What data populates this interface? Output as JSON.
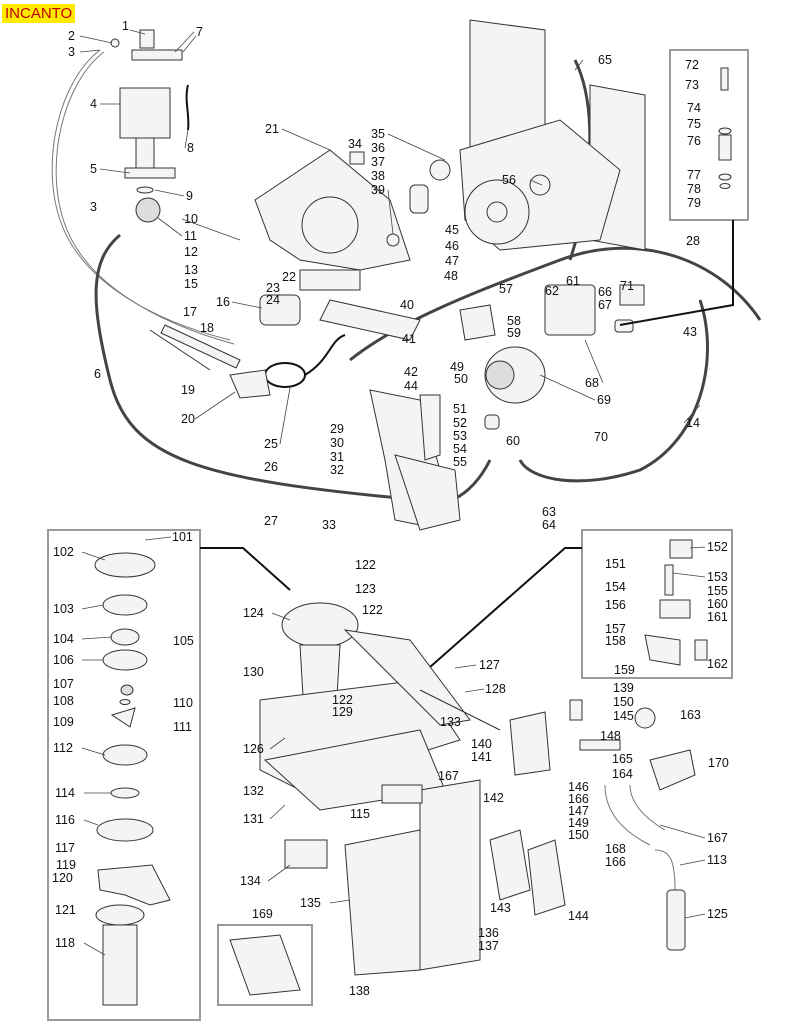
{
  "title": "INCANTO",
  "colors": {
    "title_bg": "#ffeb00",
    "title_text": "#c00000"
  },
  "labels": {
    "l1": "1",
    "l2": "2",
    "l3a": "3",
    "l3b": "3",
    "l4": "4",
    "l5": "5",
    "l6": "6",
    "l7": "7",
    "l8": "8",
    "l9": "9",
    "l10": "10",
    "l11": "11",
    "l12": "12",
    "l13": "13",
    "l14": "14",
    "l15": "15",
    "l16": "16",
    "l17": "17",
    "l18": "18",
    "l19": "19",
    "l20": "20",
    "l21": "21",
    "l22": "22",
    "l23": "23",
    "l24": "24",
    "l25": "25",
    "l26": "26",
    "l27": "27",
    "l28": "28",
    "l29": "29",
    "l30": "30",
    "l31": "31",
    "l32": "32",
    "l33": "33",
    "l34": "34",
    "l35": "35",
    "l36": "36",
    "l37": "37",
    "l38": "38",
    "l39": "39",
    "l40": "40",
    "l41": "41",
    "l42": "42",
    "l43": "43",
    "l44": "44",
    "l45": "45",
    "l46": "46",
    "l47": "47",
    "l48": "48",
    "l49": "49",
    "l50": "50",
    "l51": "51",
    "l52": "52",
    "l53": "53",
    "l54": "54",
    "l55": "55",
    "l56": "56",
    "l57": "57",
    "l58": "58",
    "l59": "59",
    "l60": "60",
    "l61": "61",
    "l62": "62",
    "l63": "63",
    "l64": "64",
    "l65": "65",
    "l66": "66",
    "l67": "67",
    "l68": "68",
    "l69": "69",
    "l70": "70",
    "l71": "71",
    "l72": "72",
    "l73": "73",
    "l74": "74",
    "l75": "75",
    "l76": "76",
    "l77": "77",
    "l78": "78",
    "l79": "79",
    "l101": "101",
    "l102": "102",
    "l103": "103",
    "l104": "104",
    "l105": "105",
    "l106": "106",
    "l107": "107",
    "l108": "108",
    "l109": "109",
    "l110": "110",
    "l111": "111",
    "l112": "112",
    "l113": "113",
    "l114": "114",
    "l115": "115",
    "l116": "116",
    "l117": "117",
    "l118": "118",
    "l119": "119",
    "l120": "120",
    "l121": "121",
    "l122a": "122",
    "l122b": "122",
    "l122c": "122",
    "l123": "123",
    "l124": "124",
    "l125": "125",
    "l126": "126",
    "l127": "127",
    "l128": "128",
    "l129": "129",
    "l130": "130",
    "l131": "131",
    "l132": "132",
    "l133": "133",
    "l134": "134",
    "l135": "135",
    "l136": "136",
    "l137": "137",
    "l138": "138",
    "l139": "139",
    "l140": "140",
    "l141": "141",
    "l142": "142",
    "l143": "143",
    "l144": "144",
    "l145": "145",
    "l146": "146",
    "l147": "147",
    "l148": "148",
    "l149": "149",
    "l150a": "150",
    "l150b": "150",
    "l151": "151",
    "l152": "152",
    "l153": "153",
    "l154": "154",
    "l155": "155",
    "l156": "156",
    "l157": "157",
    "l158": "158",
    "l159": "159",
    "l160": "160",
    "l161": "161",
    "l162": "162",
    "l163": "163",
    "l164": "164",
    "l165": "165",
    "l166a": "166",
    "l166b": "166",
    "l167a": "167",
    "l167b": "167",
    "l168": "168",
    "l169": "169",
    "l170": "170"
  }
}
